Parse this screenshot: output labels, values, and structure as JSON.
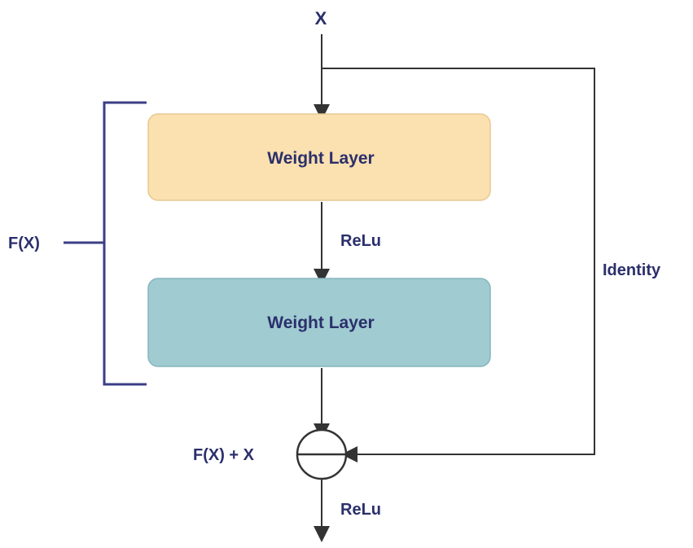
{
  "input_label": "X",
  "layer1": {
    "label": "Weight Layer",
    "color": "#fbe0b0",
    "border": "#e8c98f"
  },
  "activation1_label": "ReLu",
  "layer2": {
    "label": "Weight Layer",
    "color": "#9fcbd1",
    "border": "#86b6bd"
  },
  "residual_label": "F(X)",
  "identity_label": "Identity",
  "sum_label": "F(X) + X",
  "activation2_label": "ReLu",
  "colors": {
    "text": "#2b2f6b",
    "bracket": "#3b3f86",
    "line": "#333333"
  }
}
